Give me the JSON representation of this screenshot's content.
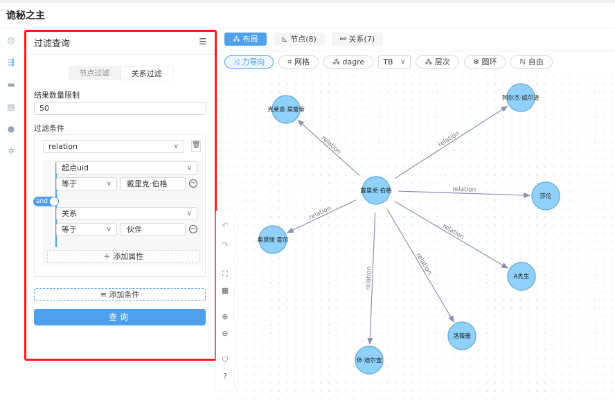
{
  "app": {
    "title": "诡秘之主"
  },
  "rail": {
    "icons": [
      "search-icon",
      "graph-icon",
      "database-icon",
      "document-icon",
      "palette-icon",
      "network-icon"
    ]
  },
  "panel": {
    "title": "过滤查询",
    "tabs": [
      "节点过滤",
      "关系过滤"
    ],
    "active_tab": "关系过滤",
    "limit_label": "结果数量限制",
    "limit_value": "50",
    "filter_label": "过滤条件",
    "type_value": "relation",
    "conditions": [
      {
        "field": "起点uid",
        "op": "等于",
        "value": "戴里克·伯格"
      },
      {
        "field": "关系",
        "op": "等于",
        "value": "伙伴"
      }
    ],
    "logic": "and",
    "add_property": "添加属性",
    "add_condition": "添加条件",
    "query": "查询"
  },
  "toolbar": {
    "tabs": [
      {
        "label": "布局",
        "active": true
      },
      {
        "label": "节点(8)"
      },
      {
        "label": "关系(7)"
      }
    ],
    "layouts": [
      {
        "label": "力导向",
        "active": true
      },
      {
        "label": "网格"
      },
      {
        "label": "dagre"
      },
      {
        "label": "层次"
      },
      {
        "label": "圆环"
      },
      {
        "label": "自由"
      }
    ],
    "direction": "TB"
  },
  "graph": {
    "node_color": "#8fd1fb",
    "edge_color": "#8791b3",
    "nodes": [
      {
        "id": "d",
        "label": "戴里克·伯格"
      },
      {
        "id": "k",
        "label": "克莱恩·莫雷蒂"
      },
      {
        "id": "a",
        "label": "阿尔杰·威尔逊"
      },
      {
        "id": "s",
        "label": "莎伦"
      },
      {
        "id": "o",
        "label": "奥黛丽·霍尔"
      },
      {
        "id": "m",
        "label": "A先生"
      },
      {
        "id": "l",
        "label": "洛薇雅"
      },
      {
        "id": "h",
        "label": "休·迪尔查"
      }
    ],
    "edges": [
      {
        "source": "d",
        "target": "k",
        "label": "relation"
      },
      {
        "source": "d",
        "target": "a",
        "label": "relation"
      },
      {
        "source": "d",
        "target": "s",
        "label": "relation"
      },
      {
        "source": "d",
        "target": "o",
        "label": "relation"
      },
      {
        "source": "d",
        "target": "m",
        "label": "relation"
      },
      {
        "source": "d",
        "target": "l",
        "label": "relation"
      },
      {
        "source": "d",
        "target": "h",
        "label": "relation"
      }
    ]
  }
}
